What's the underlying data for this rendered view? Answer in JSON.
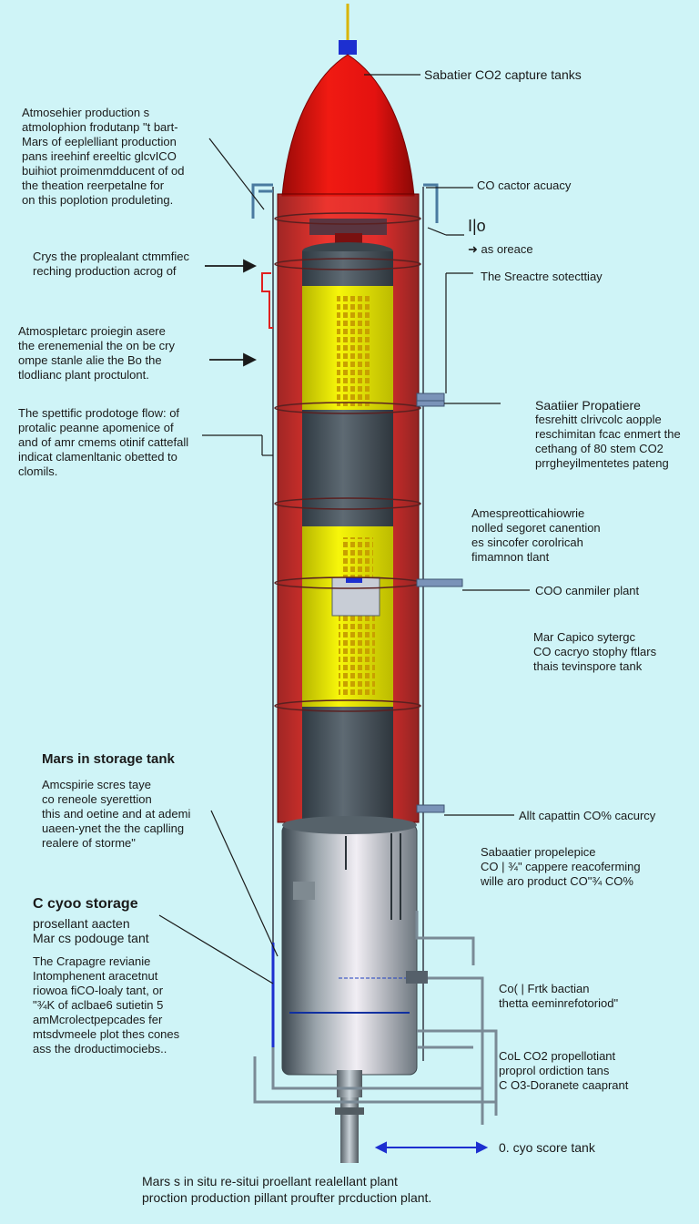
{
  "labels": {
    "top_right": "Sabatier CO2 capture tanks",
    "left_1": [
      "Atmosehier production s",
      "atmolophion frodutanp \"t bart-",
      "Mars of eeplelliant production",
      "pans ireehinf ereeltic glcvICO",
      "buihiot proimenmdducent of od",
      "the theation reerpetalne for",
      "on this poplotion produleting."
    ],
    "co_factor": "CO cactor acuacy",
    "io_mark": "I|o",
    "as_oreace": "as oreace",
    "left_2": [
      "Crys the proplealant ctmmfiec",
      "reching production acrog of"
    ],
    "sreactre": "The Sreactre sotecttiay",
    "left_3": [
      "Atmospletarc proiegin asere",
      "the erenemenial the on be cry",
      "ompe stanle alie the Bo the",
      "tlodlianc plant proctulont."
    ],
    "sabatier_propel": [
      "Saatiier Propatiere",
      "fesrehitt clrivcolc aopple",
      "reschimitan fcac enmert the",
      "cethang of 80 stem CO2",
      "prrgheyilmentetes pateng"
    ],
    "left_4": [
      "The spettific prodotoge flow: of",
      "protalic peanne apomenice of",
      "and of amr cmems otinif cattefall",
      "indicat clamenltanic obetted to",
      "clomils."
    ],
    "center_right": [
      "Amespreotticahiowrie",
      "nolled segoret canention",
      "es sincofer corolricah",
      "fimamnon tlant"
    ],
    "coo_plant": "COO canmiler plant",
    "capico": [
      "Mar Capico sytergc",
      "CO cacryo stophy ftlars",
      "thais tevinspore tank"
    ],
    "mars_storage_title": "Mars in storage tank",
    "left_5": [
      "Amcspirie scres taye",
      "co reneole syerettion",
      "this and oetine and at ademi",
      "uaeen-ynet the the caplling",
      "realere of storme\""
    ],
    "alt_capatin": "Allt capattin CO% cacurcy",
    "sabatier_propelepice": [
      "Sabaatier propelepice",
      "CO | ¾\" cappere reacoferming",
      "wille aro product CO\"¾ CO%"
    ],
    "cryo_title": "C cyoo storage",
    "cryo_sub": [
      "prosellant aacten",
      "Mar cs podouge tant"
    ],
    "left_6": [
      "The Crapagre revianie",
      "Intomphenent aracetnut",
      "riowoa fiCO-loaly tant, or",
      "\"¾K of aclbae6 sutietin 5",
      "amMcrolectpepcades fer",
      "mtsdvmeele plot thes cones",
      "ass the droductimociebs.."
    ],
    "coi_frtk": [
      "Co( | Frtk bactian",
      "thetta eeminrefotoriod\""
    ],
    "coc_co2": [
      "CoL CO2 propellotiant",
      "proprol ordiction tans",
      "C O3-Doranete caaprant"
    ],
    "cyo_score": "0. cyo  score tank",
    "bottom": [
      "Mars s  in situ re-situi proellant realellant plant",
      "proction production pillant proufter prcduction plant."
    ]
  },
  "colors": {
    "background": "#cff4f7",
    "rocket_red": "#e01010",
    "yellow_segment": "#eef000",
    "gray_segment": "#4a5660",
    "storage_tank": "#d9dfe4",
    "pipe_blue": "#1030c0"
  }
}
